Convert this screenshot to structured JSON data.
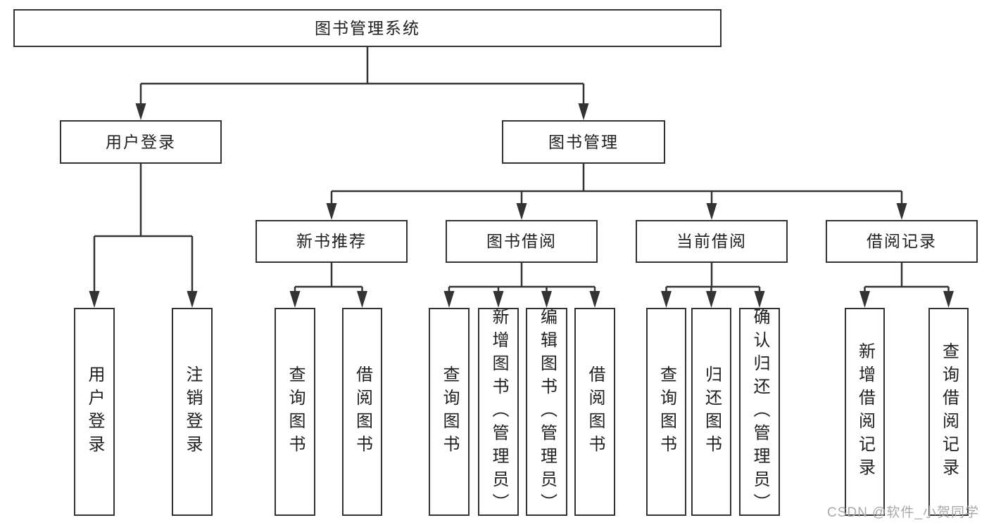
{
  "diagram": {
    "root": "图书管理系统",
    "level2": {
      "user_login": "用户登录",
      "book_mgmt": "图书管理"
    },
    "level3": {
      "new_books": "新书推荐",
      "book_borrow": "图书借阅",
      "current_borrow": "当前借阅",
      "borrow_records": "借阅记录"
    },
    "leaves": {
      "user_login": [
        "用户登录",
        "注销登录"
      ],
      "new_books": [
        "查询图书",
        "借阅图书"
      ],
      "book_borrow": [
        "查询图书",
        "新增图书（管理员）",
        "编辑图书（管理员）",
        "借阅图书"
      ],
      "current_borrow": [
        "查询图书",
        "归还图书",
        "确认归还（管理员）"
      ],
      "borrow_records": [
        "新增借阅记录",
        "查询借阅记录"
      ]
    }
  },
  "watermark": "CSDN @软件_小贺同学",
  "colors": {
    "line": "#333333",
    "text": "#1f1f1f",
    "watermark": "#a9a9a9",
    "background": "#ffffff"
  }
}
